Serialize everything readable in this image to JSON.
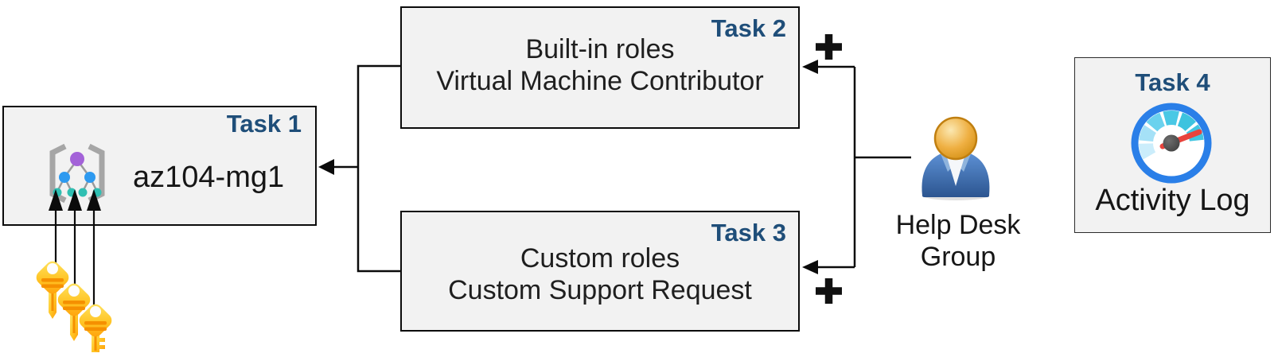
{
  "boxes": {
    "task1": {
      "label": "Task 1",
      "resource": "az104-mg1"
    },
    "task2": {
      "label": "Task 2",
      "line1": "Built-in roles",
      "line2": "Virtual Machine Contributor"
    },
    "task3": {
      "label": "Task 3",
      "line1": "Custom roles",
      "line2": "Custom Support Request"
    },
    "task4": {
      "label": "Task 4",
      "caption": "Activity Log"
    }
  },
  "group": {
    "line1": "Help Desk",
    "line2": "Group"
  },
  "symbols": {
    "plus": "+"
  },
  "icons": {
    "task1_icon": "management-group-icon",
    "task1_annotation": "keys-icon",
    "group_icon": "person-icon",
    "task4_icon": "activity-log-gauge-icon",
    "assignment_markers": "plus-icon"
  },
  "colors": {
    "task_label": "#1F4E79",
    "box_fill": "#F2F2F2",
    "box_border": "#0B0B0B",
    "connector": "#0B0B0B",
    "key_gold": "#FFC425",
    "key_stripe": "#F59000",
    "person_body_blue": "#35639F",
    "person_head_orange": "#EFB043",
    "gauge_ring_blue": "#2A7FE8",
    "gauge_needle_red": "#E8433C",
    "mg_purple": "#A362D8",
    "mg_blue": "#2E9AF0",
    "mg_teal": "#2FBFB2",
    "mg_bracket_gray": "#A6A6A6"
  }
}
